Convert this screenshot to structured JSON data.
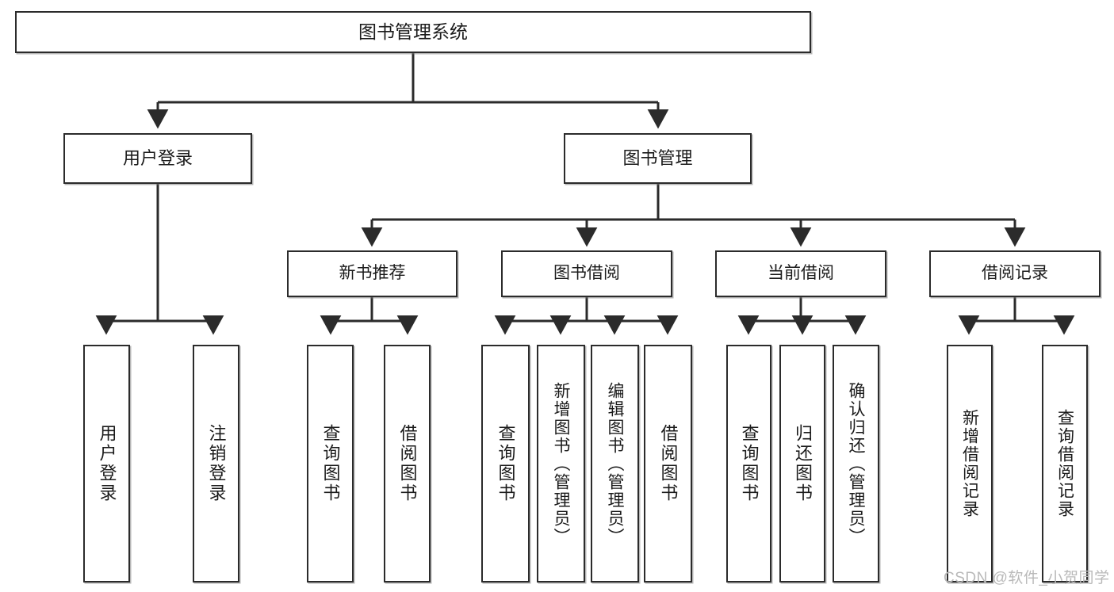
{
  "diagram": {
    "type": "tree",
    "title": "图书管理系统",
    "orientation": "top-down",
    "root": {
      "label": "图书管理系统"
    },
    "level2": [
      {
        "label": "用户登录"
      },
      {
        "label": "图书管理"
      }
    ],
    "level3": [
      {
        "label": "新书推荐"
      },
      {
        "label": "图书借阅"
      },
      {
        "label": "当前借阅"
      },
      {
        "label": "借阅记录"
      }
    ],
    "leaves": {
      "user_login": [
        {
          "label": "用户登录"
        },
        {
          "label": "注销登录"
        }
      ],
      "new_book": [
        {
          "label": "查询图书"
        },
        {
          "label": "借阅图书"
        }
      ],
      "borrow": [
        {
          "label": "查询图书"
        },
        {
          "label": "新增图书（管理员）"
        },
        {
          "label": "编辑图书（管理员）"
        },
        {
          "label": "借阅图书"
        }
      ],
      "current": [
        {
          "label": "查询图书"
        },
        {
          "label": "归还图书"
        },
        {
          "label": "确认归还（管理员）"
        }
      ],
      "records": [
        {
          "label": "新增借阅记录"
        },
        {
          "label": "查询借阅记录"
        }
      ]
    }
  },
  "watermark": {
    "text": "CSDN @软件_小贺同学"
  },
  "colors": {
    "stroke": "#2b2b2b",
    "fill": "#ffffff",
    "text": "#1b1b1b",
    "watermark": "#b9b9b9"
  }
}
